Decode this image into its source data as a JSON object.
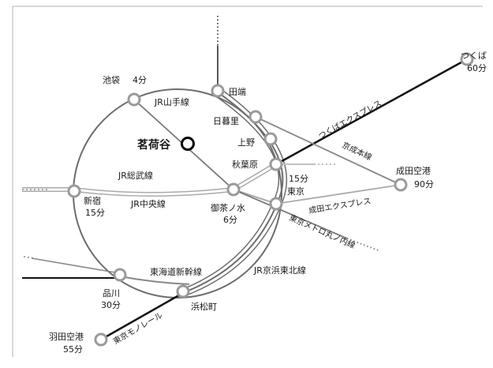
{
  "focus_station": {
    "name": "茗荷谷"
  },
  "stations": [
    {
      "id": "tabata",
      "name": "田端"
    },
    {
      "id": "nippori",
      "name": "日暮里"
    },
    {
      "id": "ueno",
      "name": "上野"
    },
    {
      "id": "akihabara",
      "name": "秋葉原",
      "time": "15分"
    },
    {
      "id": "ochanomizu",
      "name": "御茶ノ水",
      "time": "6分"
    },
    {
      "id": "tokyo",
      "name": "東京"
    },
    {
      "id": "ikebukuro",
      "name": "池袋",
      "time": "4分"
    },
    {
      "id": "shinjuku",
      "name": "新宿",
      "time": "15分"
    },
    {
      "id": "shinagawa",
      "name": "品川",
      "time": "30分"
    },
    {
      "id": "hamamatsucho",
      "name": "浜松町"
    },
    {
      "id": "haneda",
      "name": "羽田空港",
      "time": "55分"
    },
    {
      "id": "narita",
      "name": "成田空港",
      "time": "90分"
    },
    {
      "id": "tsukuba",
      "name": "つくば",
      "time": "60分"
    }
  ],
  "lines": [
    {
      "id": "yamanote",
      "name": "JR山手線"
    },
    {
      "id": "sobu",
      "name": "JR総武線"
    },
    {
      "id": "chuo",
      "name": "JR中央線"
    },
    {
      "id": "tokaido",
      "name": "東海道新幹線"
    },
    {
      "id": "keihin",
      "name": "JR京浜東北線"
    },
    {
      "id": "monorail",
      "name": "東京モノレール"
    },
    {
      "id": "tsukuba_exp",
      "name": "つくばエクスプレス"
    },
    {
      "id": "keisei",
      "name": "京成本線"
    },
    {
      "id": "narita_exp",
      "name": "成田エクスプレス"
    },
    {
      "id": "marunouchi",
      "name": "東京メトロ丸ノ内線"
    }
  ]
}
